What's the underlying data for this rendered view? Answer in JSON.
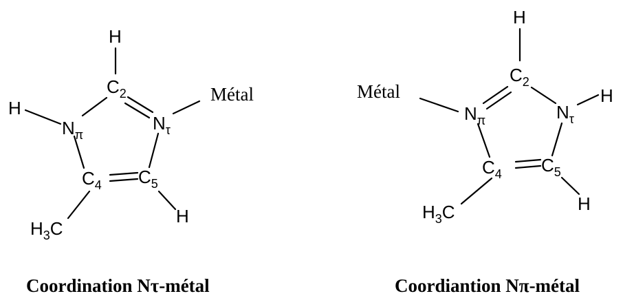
{
  "left_structure": {
    "h_top": "H",
    "c2": {
      "base": "C",
      "sub": "2"
    },
    "metal": "Métal",
    "h_left": "H",
    "n_pi": {
      "base": "N",
      "sub": "π"
    },
    "n_tau": {
      "base": "N",
      "sub": "τ"
    },
    "c4": {
      "base": "C",
      "sub": "4"
    },
    "c5": {
      "base": "C",
      "sub": "5"
    },
    "h_c5": "H",
    "methyl": {
      "base1": "H",
      "sub": "3",
      "base2": "C"
    },
    "caption": "Coordination Nτ-métal"
  },
  "right_structure": {
    "h_top": "H",
    "metal": "Métal",
    "c2": {
      "base": "C",
      "sub": "2"
    },
    "n_pi": {
      "base": "N",
      "sub": "π"
    },
    "n_tau": {
      "base": "N",
      "sub": "τ"
    },
    "h_right": "H",
    "c4": {
      "base": "C",
      "sub": "4"
    },
    "c5": {
      "base": "C",
      "sub": "5"
    },
    "h_c5": "H",
    "methyl": {
      "base1": "H",
      "sub": "3",
      "base2": "C"
    },
    "caption": "Coordiantion Nπ-métal"
  }
}
